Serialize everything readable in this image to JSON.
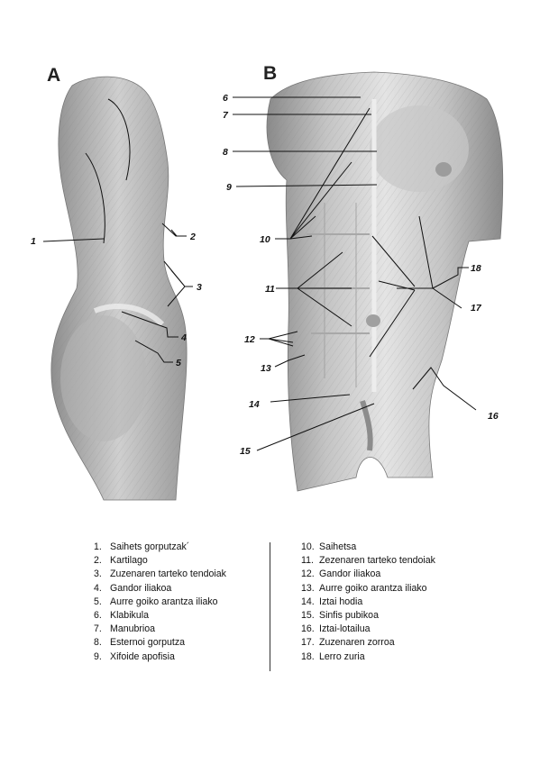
{
  "panels": {
    "a": "A",
    "b": "B"
  },
  "callouts": [
    "1",
    "2",
    "3",
    "4",
    "5",
    "6",
    "7",
    "8",
    "9",
    "10",
    "11",
    "12",
    "13",
    "14",
    "15",
    "16",
    "17",
    "18"
  ],
  "legend": {
    "left": [
      {
        "n": "1.",
        "text": "Saihets gorputzak´"
      },
      {
        "n": "2.",
        "text": "Kartilago"
      },
      {
        "n": "3.",
        "text": "Zuzenaren tarteko tendoiak"
      },
      {
        "n": "4.",
        "text": "Gandor iliakoa"
      },
      {
        "n": "5.",
        "text": "Aurre goiko arantza iliako"
      },
      {
        "n": "6.",
        "text": "Klabikula"
      },
      {
        "n": "7.",
        "text": "Manubrioa"
      },
      {
        "n": "8.",
        "text": "Esternoi gorputza"
      },
      {
        "n": "9.",
        "text": "Xifoide apofisia"
      }
    ],
    "right": [
      {
        "n": "10.",
        "text": "Saihetsa"
      },
      {
        "n": "11.",
        "text": "Zezenaren tarteko tendoiak"
      },
      {
        "n": "12.",
        "text": "Gandor iliakoa"
      },
      {
        "n": "13.",
        "text": "Aurre goiko arantza iliako"
      },
      {
        "n": "14.",
        "text": "Iztai hodia"
      },
      {
        "n": "15.",
        "text": "Sinfis pubikoa"
      },
      {
        "n": "16.",
        "text": "Iztai-lotailua"
      },
      {
        "n": "17.",
        "text": "Zuzenaren zorroa"
      },
      {
        "n": "18.",
        "text": "Lerro zuria"
      }
    ]
  }
}
